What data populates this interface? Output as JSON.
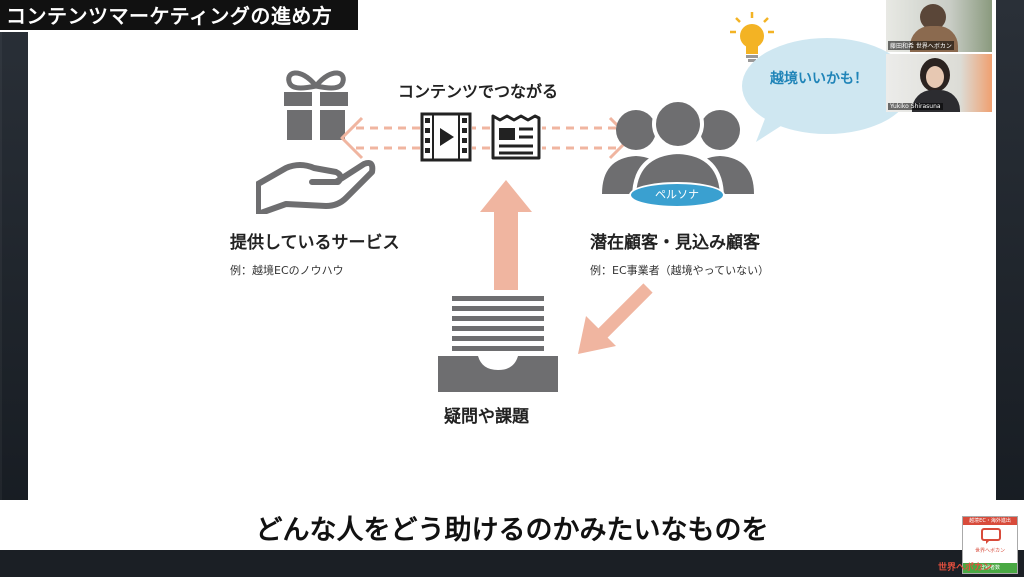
{
  "slide": {
    "title": "コンテンツマーケティングの進め方",
    "center_label": "コンテンツでつながる",
    "left": {
      "label": "提供しているサービス",
      "example": "例：越境ECのノウハウ"
    },
    "right": {
      "persona_tag": "ペルソナ",
      "label": "潜在顧客・見込み顧客",
      "example": "例：EC事業者（越境やっていない）"
    },
    "bottom": {
      "label": "疑問や課題"
    }
  },
  "subtitle": {
    "text": "どんな人をどう助けるのかみたいなものを"
  },
  "participants": {
    "person1_name": "藤田和希 世界へボカン",
    "person2_name": "Yukiko Shirasuna",
    "bubble_text": "越境いいかも！"
  },
  "branding": {
    "logo_top": "越境EC・海外進出",
    "logo_mid": "世界へボカン",
    "logo_bottom": "登録者数",
    "bottom_text": "世界へボカン"
  },
  "colors": {
    "accent_arrow": "#f0b5a0",
    "icon_gray": "#6e6e70",
    "persona_blue": "#3aa0d0",
    "bubble": "#cfe7f1"
  }
}
